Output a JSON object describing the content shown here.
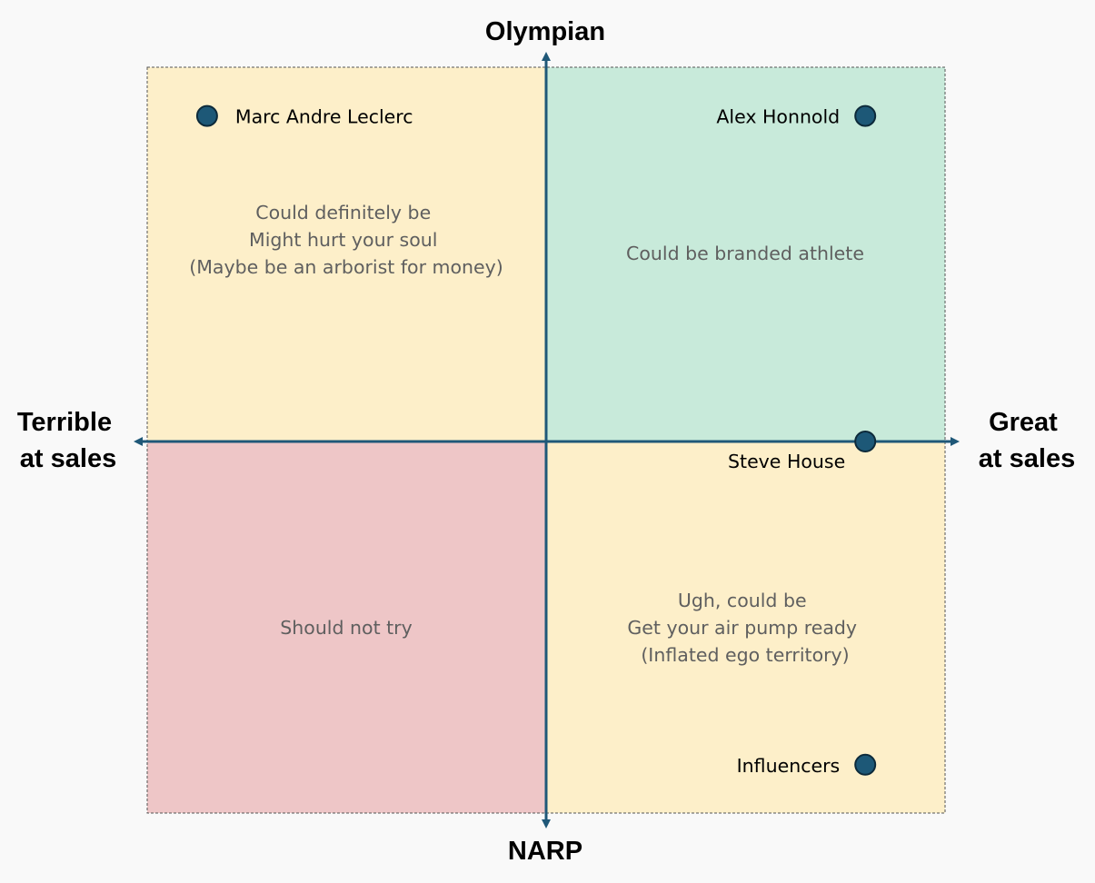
{
  "axes": {
    "top": "Olympian",
    "bottom": "NARP",
    "left": [
      "Terrible",
      "at sales"
    ],
    "right": [
      "Great",
      "at sales"
    ]
  },
  "quadrants": {
    "top_left": [
      "Could definitely be",
      "Might hurt your soul",
      "(Maybe be an arborist for money)"
    ],
    "top_right": [
      "Could be branded athlete"
    ],
    "bottom_left": [
      "Should not try"
    ],
    "bottom_right": [
      "Ugh, could be",
      "Get your air pump ready",
      "(Inflated ego territory)"
    ]
  },
  "colors": {
    "top_left": "#fdefc9",
    "top_right": "#c8eada",
    "bottom_left": "#eec6c7",
    "bottom_right": "#fdefc9",
    "axis": "#1f5878",
    "point": "#1d5877"
  },
  "points": [
    {
      "name": "Marc Andre Leclerc",
      "sales": -0.85,
      "athlete": 0.87
    },
    {
      "name": "Alex Honnold",
      "sales": 0.8,
      "athlete": 0.87
    },
    {
      "name": "Steve House",
      "sales": 0.8,
      "athlete": 0.0
    },
    {
      "name": "Influencers",
      "sales": 0.8,
      "athlete": -0.87
    }
  ]
}
